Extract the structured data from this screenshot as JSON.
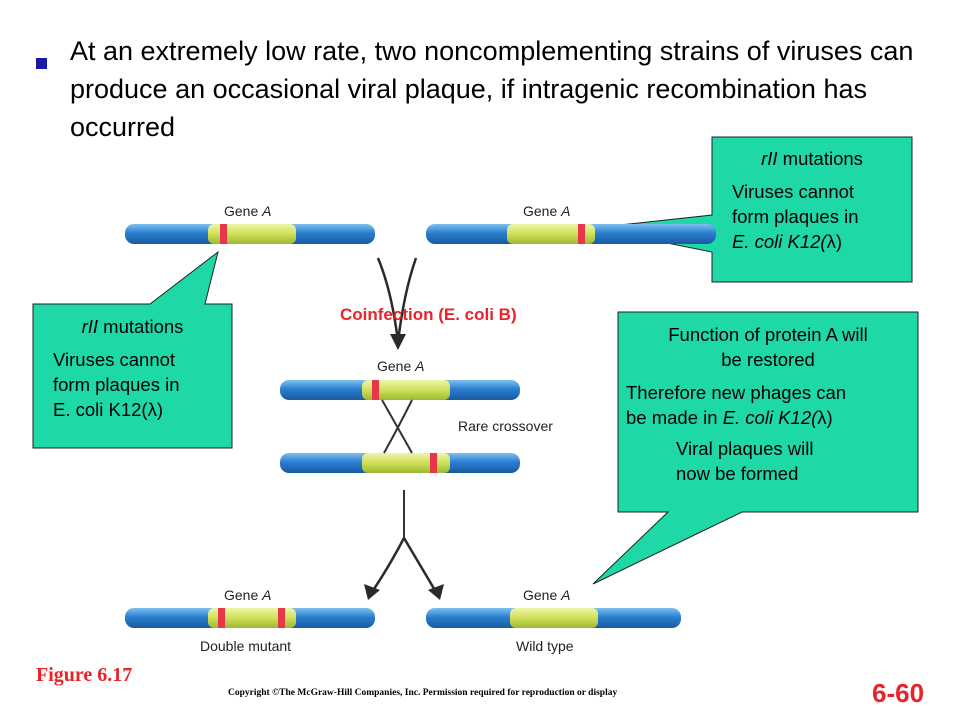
{
  "bullet_text": "At an extremely low rate, two noncomplementing strains of viruses can produce an occasional viral plaque, if intragenic recombination has occurred",
  "colors": {
    "teal": "#1ed8a8",
    "dna_blue": "#2a7fd0",
    "gene_yellow": "#cfe05a",
    "mutation_red": "#e8354a",
    "accent_red": "#e8232a",
    "bullet_blue": "#1a1aa6"
  },
  "callout_top_right": {
    "title": "rII",
    "title_rest": " mutations",
    "line1": "Viruses cannot",
    "line2": "form plaques in",
    "line3_italic": "E. coli K12(",
    "lambda": "λ",
    "line3_end": ")"
  },
  "callout_left": {
    "title": "rII",
    "title_rest": " mutations",
    "line1": "Viruses cannot",
    "line2": "form plaques in",
    "line3_prefix": "E. coli K12(",
    "lambda": "λ",
    "line3_end": ")"
  },
  "callout_right": {
    "line1": "Function of protein A will",
    "line2": "be restored",
    "line3": "Therefore new phages can",
    "line4_prefix": "be made in ",
    "line4_italic": "E. coli K12(",
    "lambda": "λ",
    "line4_end": ")",
    "line5": "Viral plaques will",
    "line6": "now be formed"
  },
  "diagram": {
    "gene_word": "Gene ",
    "gene_letter": "A",
    "coinfection": "Coinfection (E. coli B)",
    "rare_crossover": "Rare crossover",
    "double_mutant": "Double mutant",
    "wild_type": "Wild type"
  },
  "figure_label": "Figure 6.17",
  "copyright": "Copyright ©The McGraw-Hill Companies, Inc. Permission required for reproduction or display",
  "page_number": "6-60"
}
